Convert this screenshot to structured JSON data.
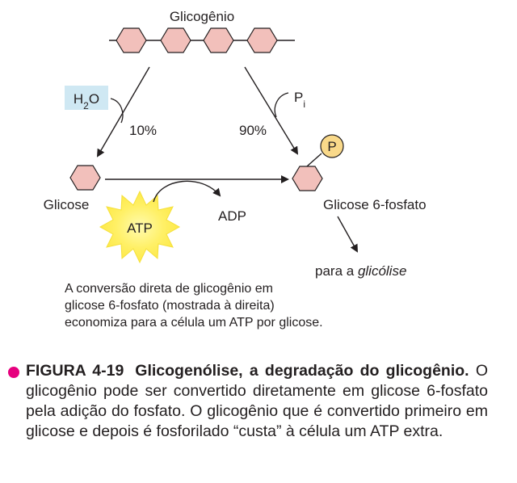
{
  "diagram": {
    "top_label": "Glicogênio",
    "water_label": "H2O",
    "phosphate_label": "P",
    "phosphate_sub": "i",
    "percent_left": "10%",
    "percent_right": "90%",
    "glucose_label": "Glicose",
    "g6p_label": "Glicose 6-fosfato",
    "phosphate_badge": "P",
    "atp_label": "ATP",
    "adp_label": "ADP",
    "glycolysis_prefix": "para a ",
    "glycolysis_italic": "glicólise"
  },
  "note": {
    "line1": "A conversão direta de glicogênio em",
    "line2": "glicose 6-fosfato (mostrada à direita)",
    "line3": "economiza para a célula um ATP por glicose."
  },
  "caption": {
    "figure_number": "FIGURA 4-19",
    "figure_title": "Glicogenólise, a degradação do glicogênio.",
    "body": "O glicogênio pode ser convertido diretamente em glicose 6-fosfato pela adição do fosfato. O glicogênio que é convertido primeiro em glicose e depois é fosforilado “custa” à célula um ATP extra."
  },
  "colors": {
    "hexagon_fill": "#f2c0bb",
    "hexagon_stroke": "#231f20",
    "water_box": "#cfe8f3",
    "phosphate_fill": "#f9d98a",
    "atp_fill": "#fff066",
    "caption_dot": "#e6007e"
  }
}
